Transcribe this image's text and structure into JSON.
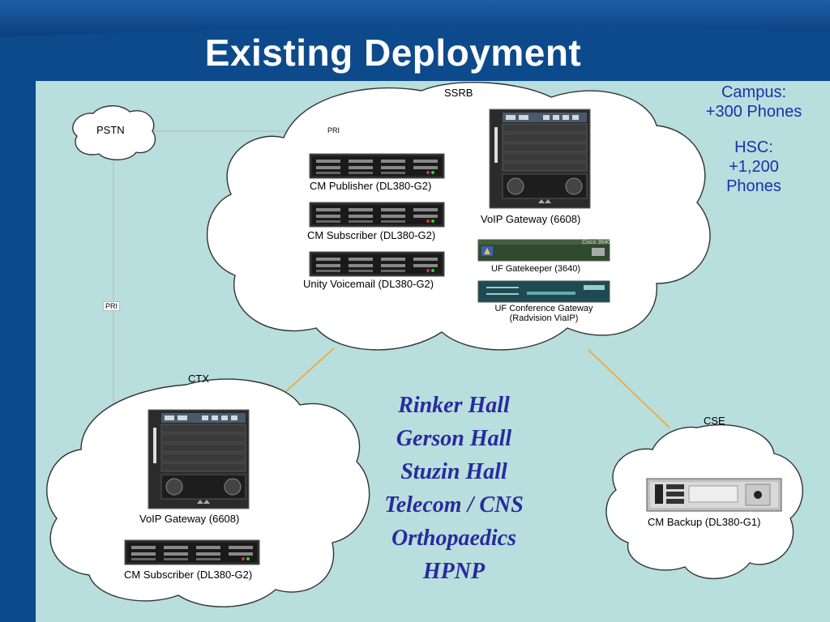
{
  "title": "Existing Deployment",
  "colors": {
    "background": "#0d4a8c",
    "canvas": "#b8dede",
    "link": "#f5a623",
    "text_blue": "#1a33a8",
    "buildings": "#2a2a9c"
  },
  "clouds": {
    "ssrb": "SSRB",
    "ctx": "CTX",
    "cse": "CSE",
    "pstn": "PSTN"
  },
  "links": {
    "pri_top": "PRI",
    "pri_left": "PRI"
  },
  "devices": {
    "cm_publisher": "CM Publisher (DL380-G2)",
    "cm_subscriber_ssrb": "CM Subscriber (DL380-G2)",
    "unity_voicemail": "Unity Voicemail (DL380-G2)",
    "voip_gateway_ssrb": "VoIP Gateway (6608)",
    "uf_gatekeeper": "UF Gatekeeper (3640)",
    "uf_conference_gateway_1": "UF Conference Gateway",
    "uf_conference_gateway_2": "(Radvision ViaIP)",
    "voip_gateway_ctx": "VoIP Gateway (6608)",
    "cm_subscriber_ctx": "CM Subscriber (DL380-G2)",
    "cm_backup": "CM Backup (DL380-G1)",
    "gatekeeper_badge": "Cisco 3640"
  },
  "campus": {
    "line1": "Campus:",
    "line2": "+300 Phones"
  },
  "hsc": {
    "line1": "HSC:",
    "line2": "+1,200",
    "line3": "Phones"
  },
  "buildings": [
    "Rinker Hall",
    "Gerson Hall",
    "Stuzin Hall",
    "Telecom / CNS",
    "Orthopaedics",
    "HPNP"
  ]
}
